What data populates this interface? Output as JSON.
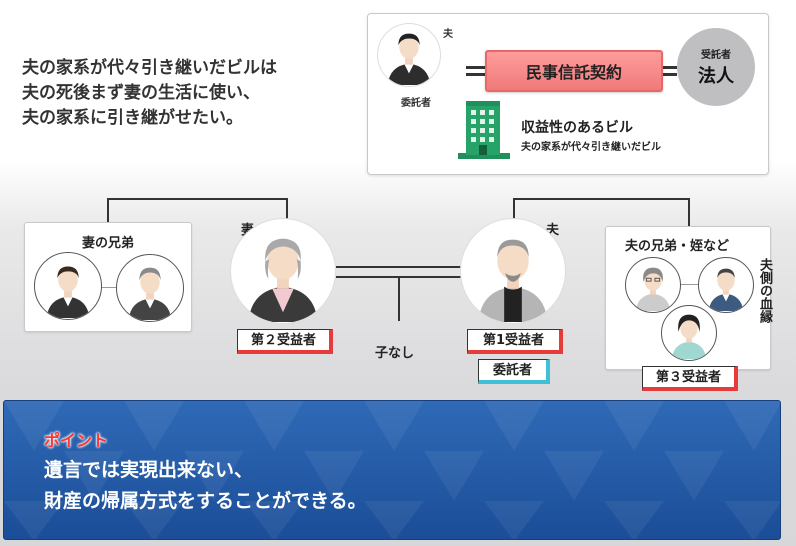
{
  "intro": {
    "lines": [
      "夫の家系が代々引き継いだビルは",
      "夫の死後まず妻の生活に使い、",
      "夫の家系に引き継がせたい。"
    ]
  },
  "contract": {
    "husband_label": "夫",
    "settlor_label": "委託者",
    "contract_name": "民事信託契約",
    "trustee_small": "受託者",
    "trustee_big": "法人",
    "building_title": "収益性のあるビル",
    "building_subtitle": "夫の家系が代々引き継いだビル"
  },
  "family": {
    "wife_siblings_title": "妻の兄弟",
    "wife_label": "妻",
    "husband_label": "夫",
    "no_children": "子なし",
    "second_beneficiary": "第２受益者",
    "first_beneficiary": "第1受益者",
    "settlor_tag": "委託者",
    "husband_relatives_title": "夫の兄弟・姪など",
    "husband_blood_vertical": "夫側の血縁",
    "third_beneficiary": "第３受益者"
  },
  "point": {
    "title": "ポイント",
    "lines": [
      "遺言では実現出来ない、",
      "財産の帰属方式をすることができる。"
    ]
  },
  "colors": {
    "red_accent": "#e53b3b",
    "contract_banner": "#f07a7a",
    "cyan_accent": "#3ec1d6",
    "point_blue": "#2f6ab6",
    "point_title_red": "#ff3333",
    "building_green": "#27a36a"
  }
}
